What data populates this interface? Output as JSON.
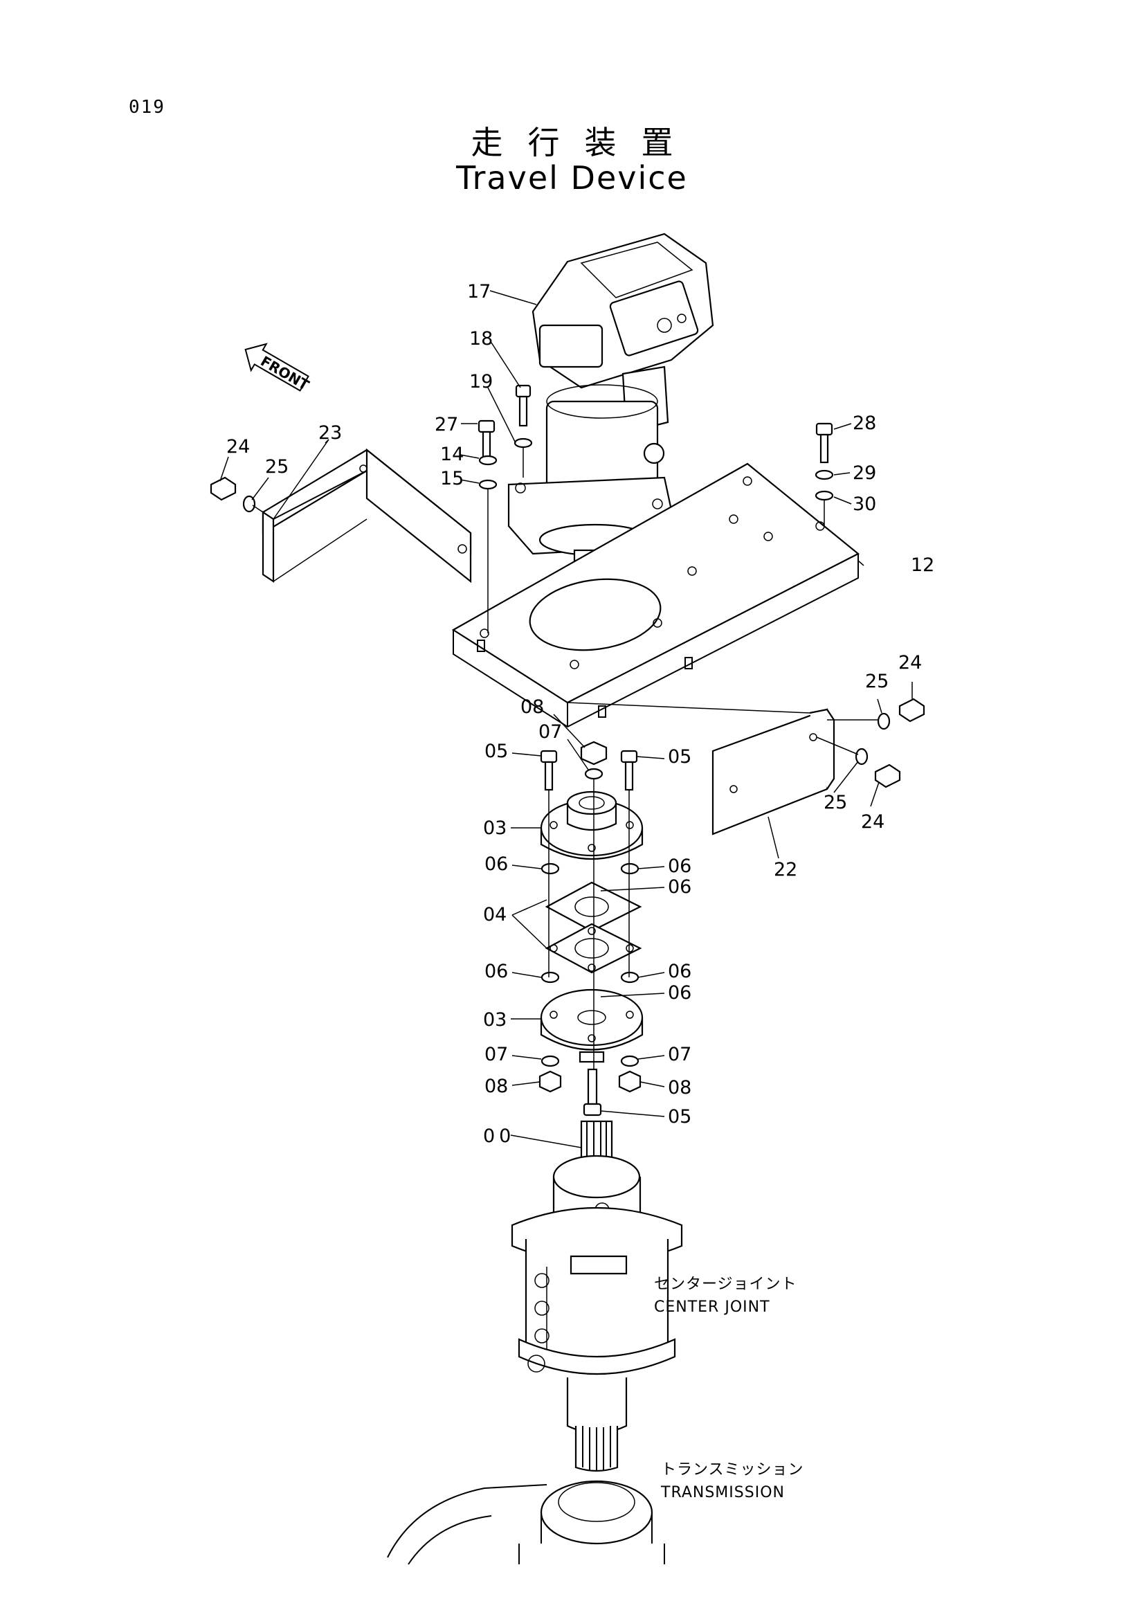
{
  "page_number": "019",
  "title_jp": "走行装置",
  "title_en": "Travel Device",
  "front_marker": "FRONT",
  "notes": {
    "center_joint_jp": "センタージョイント",
    "center_joint_en": "CENTER JOINT",
    "transmission_jp": "トランスミッション",
    "transmission_en": "TRANSMISSION"
  },
  "callouts": {
    "c17": "17",
    "c18": "18",
    "c19": "19",
    "c27": "27",
    "c14": "14",
    "c15": "15",
    "c23": "23",
    "c24a": "24",
    "c25a": "25",
    "c28": "28",
    "c29": "29",
    "c30": "30",
    "c12": "12",
    "c24b": "24",
    "c25b": "25",
    "c25c": "25",
    "c24c": "24",
    "c22": "22",
    "c08a": "08",
    "c07a": "07",
    "c05a": "05",
    "c05b": "05",
    "c03a": "03",
    "c06a": "06",
    "c06b": "06",
    "c06c": "06",
    "c04": "04",
    "c06d": "06",
    "c06e": "06",
    "c06f": "06",
    "c03b": "03",
    "c07b": "07",
    "c07c": "07",
    "c08b": "08",
    "c08c": "08",
    "c05c": "05",
    "c00": "00"
  }
}
